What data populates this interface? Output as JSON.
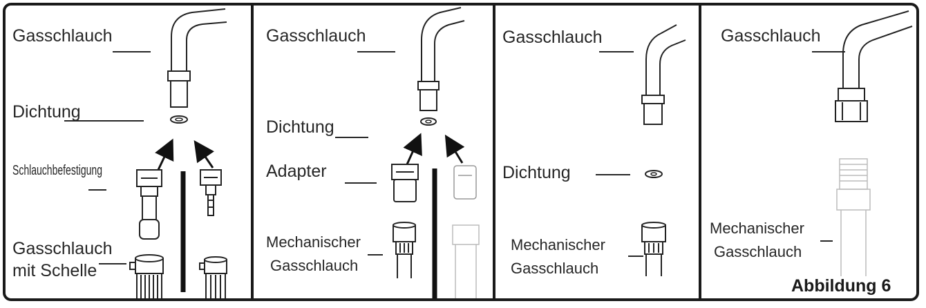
{
  "figure": {
    "caption": "Abbildung 6",
    "panels": [
      {
        "id": 1,
        "labels": {
          "hose": "Gasschlauch",
          "seal": "Dichtung",
          "fastening": "Schlauchbefestigung",
          "hose_clamp_line1": "Gasschlauch",
          "hose_clamp_line2": "mit Schelle"
        }
      },
      {
        "id": 2,
        "labels": {
          "hose": "Gasschlauch",
          "seal": "Dichtung",
          "adapter": "Adapter",
          "mech_line1": "Mechanischer",
          "mech_line2": "Gasschlauch"
        }
      },
      {
        "id": 3,
        "labels": {
          "hose": "Gasschlauch",
          "seal": "Dichtung",
          "mech_line1": "Mechanischer",
          "mech_line2": "Gasschlauch"
        }
      },
      {
        "id": 4,
        "labels": {
          "hose": "Gasschlauch",
          "mech_line1": "Mechanischer",
          "mech_line2": "Gasschlauch"
        }
      }
    ]
  }
}
